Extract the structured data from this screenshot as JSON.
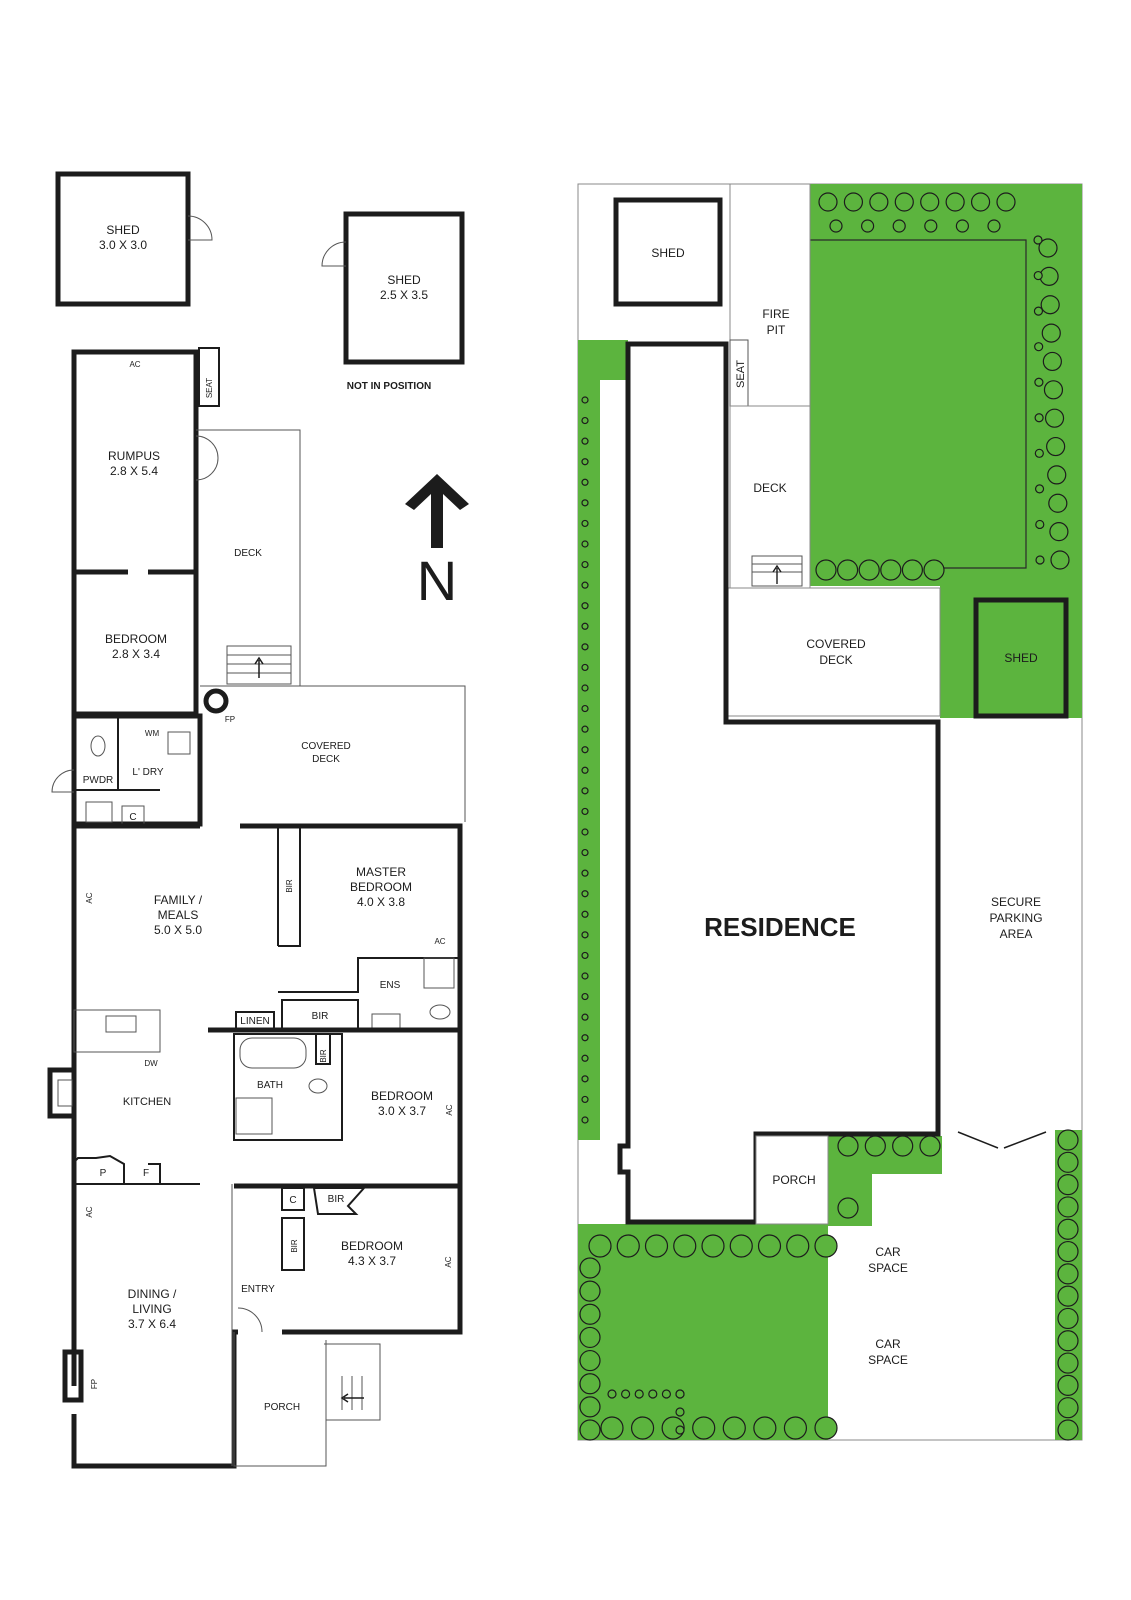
{
  "floor_plan": {
    "rooms": {
      "shed_left": {
        "name": "SHED",
        "dims": "3.0 X 3.0"
      },
      "shed_right": {
        "name": "SHED",
        "dims": "2.5 X 3.5",
        "note": "NOT IN POSITION"
      },
      "rumpus": {
        "name": "RUMPUS",
        "dims": "2.8 X 5.4"
      },
      "bedroom_rear": {
        "name": "BEDROOM",
        "dims": "2.8 X 3.4"
      },
      "seat": "SEAT",
      "deck": "DECK",
      "covered_deck_line1": "COVERED",
      "covered_deck_line2": "DECK",
      "pwdr": "PWDR",
      "laundry": "L' DRY",
      "wm": "WM",
      "cupboard": "C",
      "family_line1": "FAMILY /",
      "family_line2": "MEALS",
      "family_dims": "5.0 X 5.0",
      "master_line1": "MASTER",
      "master_line2": "BEDROOM",
      "master_dims": "4.0 X 3.8",
      "bir": "BIR",
      "ens": "ENS",
      "linen": "LINEN",
      "bath": "BATH",
      "bedroom_mid": {
        "name": "BEDROOM",
        "dims": "3.0 X 3.7"
      },
      "kitchen": "KITCHEN",
      "dw": "DW",
      "pantry": "P",
      "fridge": "F",
      "bedroom_front": {
        "name": "BEDROOM",
        "dims": "4.3 X 3.7"
      },
      "entry": "ENTRY",
      "dining_line1": "DINING /",
      "dining_line2": "LIVING",
      "dining_dims": "3.7 X 6.4",
      "porch": "PORCH",
      "ac": "AC",
      "fp": "FP"
    },
    "north_label": "N"
  },
  "site_plan": {
    "shed_top": "SHED",
    "fire_pit_line1": "FIRE",
    "fire_pit_line2": "PIT",
    "seat": "SEAT",
    "deck": "DECK",
    "covered_deck_line1": "COVERED",
    "covered_deck_line2": "DECK",
    "shed_side": "SHED",
    "residence": "RESIDENCE",
    "parking_line1": "SECURE",
    "parking_line2": "PARKING",
    "parking_line3": "AREA",
    "porch": "PORCH",
    "car_space_line1": "CAR",
    "car_space_line2": "SPACE"
  },
  "colors": {
    "lawn": "#5cb43e",
    "walls": "#1c1c1c"
  }
}
